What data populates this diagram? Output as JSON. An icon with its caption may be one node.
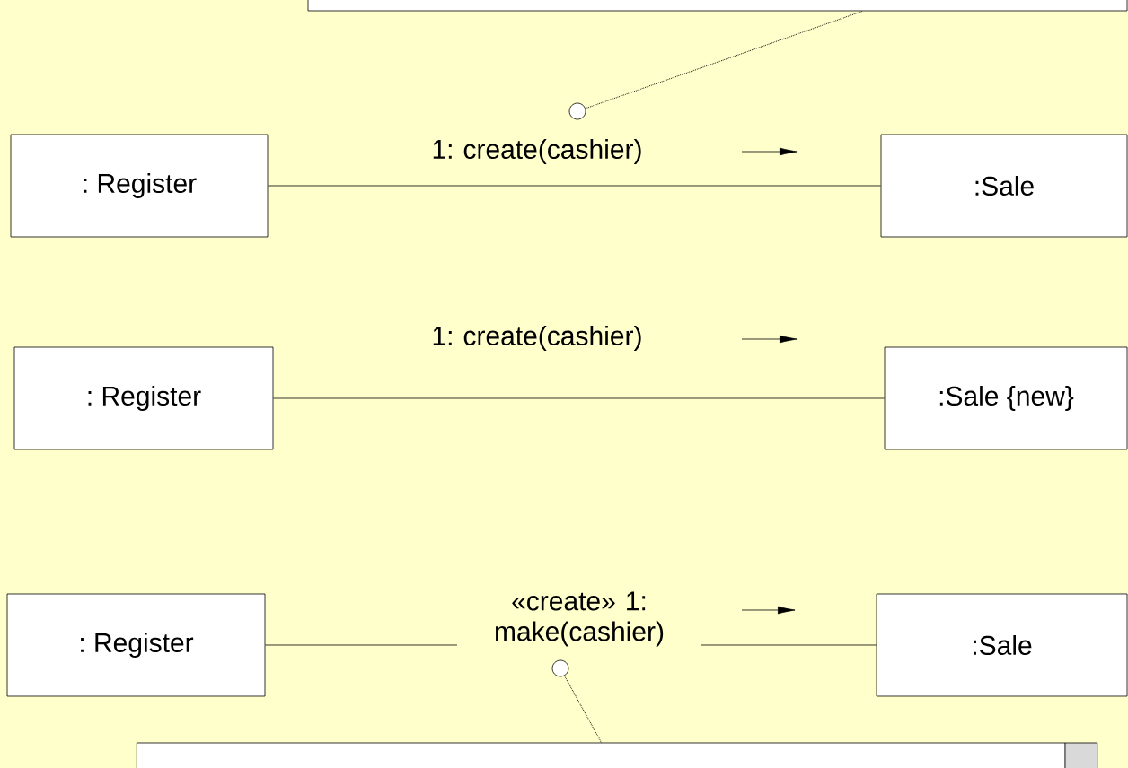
{
  "diagram": {
    "nodes": [
      {
        "text": [],
        "shape": "box"
      },
      {
        "text": [],
        "shape": "circle"
      },
      {
        "text": [
          ": Register"
        ]
      },
      {
        "text": [
          ":Sale"
        ]
      },
      {
        "text": [
          ": Register"
        ]
      },
      {
        "text": [
          ":Sale {new}"
        ]
      },
      {
        "text": [
          ": Register"
        ]
      },
      {
        "text": [
          ":Sale"
        ]
      },
      {
        "text": [],
        "shape": "circle"
      },
      {
        "text": [],
        "shape": "box"
      }
    ],
    "edges": [
      {
        "from": 1,
        "to": 0,
        "arrow": "none",
        "style": "dashed"
      },
      {
        "from": 2,
        "to": 3,
        "arrow": "none",
        "label": "1: create(cashier)"
      },
      {
        "from": 4,
        "to": 5,
        "arrow": "none",
        "label": "1: create(cashier)"
      },
      {
        "from": 6,
        "to": 7,
        "arrow": "none",
        "label": "«create» 1: make(cashier)"
      },
      {
        "from": 8,
        "to": 9,
        "arrow": "none",
        "style": "dashed"
      }
    ]
  }
}
